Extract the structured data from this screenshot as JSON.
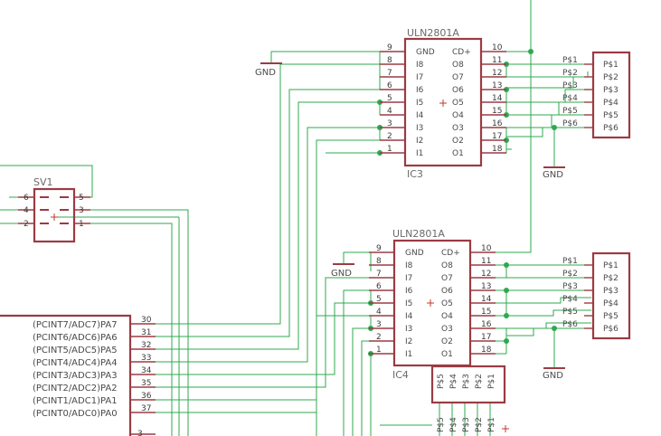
{
  "ic3": {
    "name": "ULN2801A",
    "ref": "IC3",
    "left_labels": [
      "GND",
      "I8",
      "I7",
      "I6",
      "I5",
      "I4",
      "I3",
      "I2",
      "I1"
    ],
    "left_nums": [
      "9",
      "8",
      "7",
      "6",
      "5",
      "4",
      "3",
      "2",
      "1"
    ],
    "right_labels": [
      "CD+",
      "O8",
      "O7",
      "O6",
      "O5",
      "O4",
      "O3",
      "O2",
      "O1"
    ],
    "right_nums": [
      "10",
      "11",
      "12",
      "13",
      "14",
      "15",
      "16",
      "17",
      "18"
    ],
    "gnd": "GND"
  },
  "ic4": {
    "name": "ULN2801A",
    "ref": "IC4",
    "left_labels": [
      "GND",
      "I8",
      "I7",
      "I6",
      "I5",
      "I4",
      "I3",
      "I2",
      "I1"
    ],
    "left_nums": [
      "9",
      "8",
      "7",
      "6",
      "5",
      "4",
      "3",
      "2",
      "1"
    ],
    "right_labels": [
      "CD+",
      "O8",
      "O7",
      "O6",
      "O5",
      "O4",
      "O3",
      "O2",
      "O1"
    ],
    "right_nums": [
      "10",
      "11",
      "12",
      "13",
      "14",
      "15",
      "16",
      "17",
      "18"
    ],
    "gnd": "GND"
  },
  "conn_top": {
    "inner": [
      "P$1",
      "P$2",
      "P$3",
      "P$4",
      "P$5",
      "P$6"
    ],
    "outer": [
      "P$1",
      "P$2",
      "P$3",
      "P$4",
      "P$5",
      "P$6"
    ],
    "gnd": "GND"
  },
  "conn_mid": {
    "inner": [
      "P$1",
      "P$2",
      "P$3",
      "P$4",
      "P$5",
      "P$6"
    ],
    "outer": [
      "P$1",
      "P$2",
      "P$3",
      "P$4",
      "P$5",
      "P$6"
    ],
    "gnd": "GND"
  },
  "conn_bottom": {
    "top_labels": [
      "P$5",
      "P$4",
      "P$3",
      "P$2",
      "P$1"
    ],
    "bottom_labels": [
      "P$5",
      "P$4",
      "P$3",
      "P$2",
      "P$1"
    ]
  },
  "sv1": {
    "name": "SV1",
    "pins_left": [
      "6",
      "4",
      "2"
    ],
    "pins_right": [
      "5",
      "3",
      "1"
    ]
  },
  "mcu": {
    "pins": [
      {
        "label": "(PCINT7/ADC7)PA7",
        "num": "30"
      },
      {
        "label": "(PCINT6/ADC6)PA6",
        "num": "31"
      },
      {
        "label": "(PCINT5/ADC5)PA5",
        "num": "32"
      },
      {
        "label": "(PCINT4/ADC4)PA4",
        "num": "33"
      },
      {
        "label": "(PCINT3/ADC3)PA3",
        "num": "34"
      },
      {
        "label": "(PCINT2/ADC2)PA2",
        "num": "35"
      },
      {
        "label": "(PCINT1/ADC1)PA1",
        "num": "36"
      },
      {
        "label": "(PCINT0/ADC0)PA0",
        "num": "37"
      }
    ],
    "extra_num": "3"
  }
}
